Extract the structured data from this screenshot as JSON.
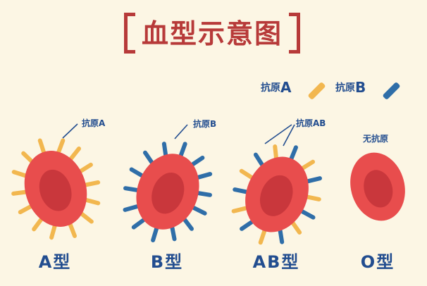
{
  "title": "血型示意图",
  "legend": {
    "a": {
      "text_prefix": "抗原",
      "text_letter": "A"
    },
    "b": {
      "text_prefix": "抗原",
      "text_letter": "B"
    }
  },
  "callouts": {
    "a": "抗原A",
    "b": "抗原B",
    "ab": "抗原AB",
    "o": "无抗原"
  },
  "cells": [
    {
      "label": "A型"
    },
    {
      "label": "B型"
    },
    {
      "label": "AB型"
    },
    {
      "label": "O型"
    }
  ],
  "colors": {
    "background": "#fcf6e4",
    "cell_outer": "#e84d4d",
    "cell_inner": "#c9373c",
    "antigen_a": "#f2b74f",
    "antigen_b": "#2f6ea8",
    "text_blue": "#224d8f",
    "title_red": "#b73a39"
  }
}
